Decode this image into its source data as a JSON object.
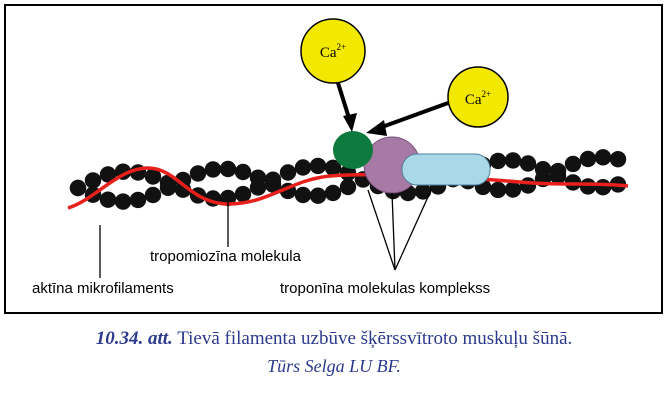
{
  "figure": {
    "labels": {
      "ca1": "Ca",
      "ca1_sup": "2+",
      "ca2": "Ca",
      "ca2_sup": "2+",
      "tropomyosin": "tropomiozīna molekula",
      "actin": "aktīna mikrofilaments",
      "troponin": "troponīna molekulas komplekss"
    },
    "colors": {
      "actin_bead": "#111111",
      "tropomyosin_line": "#e8201c",
      "calcium": "#f3e800",
      "troponin_green": "#0f7a3e",
      "troponin_purple": "#a77aa6",
      "troponin_blue": "#a9d9e9"
    }
  },
  "caption": {
    "figure_number": "10.34. att.",
    "text": " Tievā filamenta uzbūve šķērssvītroto muskuļu šūnā.",
    "credit": "Tūrs Selga LU BF."
  }
}
